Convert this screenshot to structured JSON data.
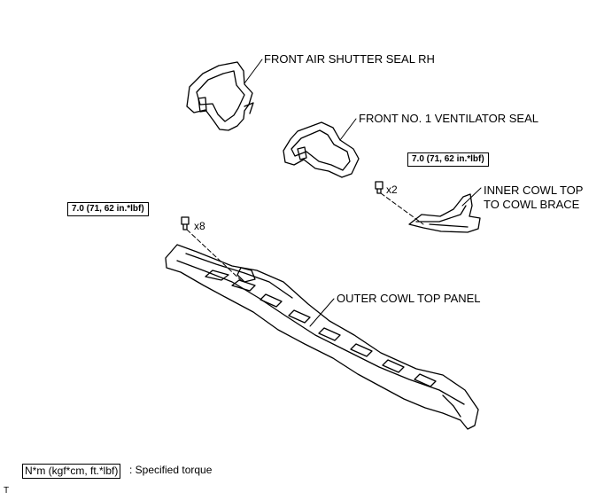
{
  "labels": {
    "front_air_shutter_seal": "FRONT AIR SHUTTER SEAL RH",
    "front_ventilator_seal": "FRONT NO. 1 VENTILATOR SEAL",
    "inner_cowl_line1": "INNER COWL TOP",
    "inner_cowl_line2": "TO COWL BRACE",
    "outer_cowl_panel": "OUTER COWL TOP PANEL"
  },
  "torque": {
    "upper_right": "7.0 (71, 62 in.*lbf)",
    "left": "7.0 (71, 62 in.*lbf)"
  },
  "quantities": {
    "upper_right": "x2",
    "left": "x8"
  },
  "legend": {
    "box": "N*m (kgf*cm, ft.*lbf)",
    "text": ": Specified torque"
  },
  "corner_mark": "T"
}
